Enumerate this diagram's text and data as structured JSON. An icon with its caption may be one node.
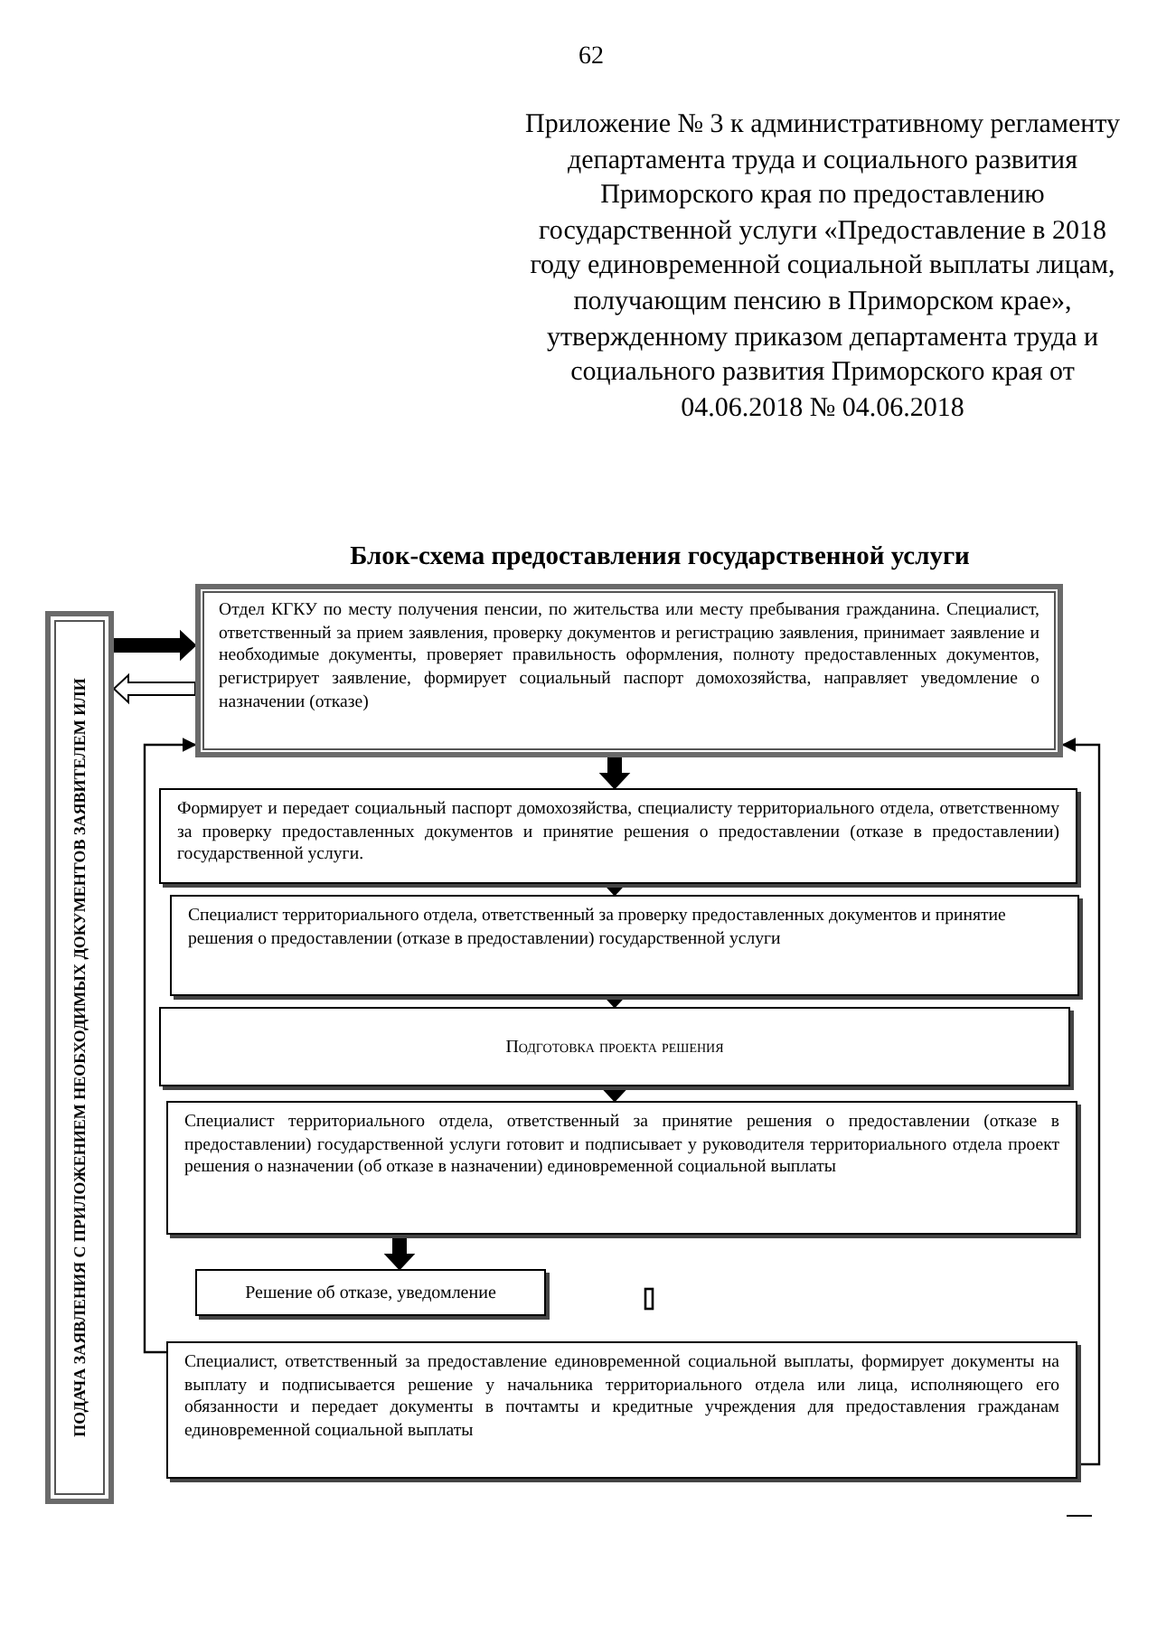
{
  "diagram": {
    "title": "Блок-схема предоставления государственной услуги",
    "nodes": [
      {
        "text": [
          "ПОДАЧА ЗАЯВЛЕНИЯ С ПРИЛОЖЕНИЕМ НЕОБХОДИМЫХ ДОКУМЕНТОВ ЗАЯВИТЕЛЕМ ИЛИ"
        ]
      },
      {
        "text": [
          "Отдел КГКУ по месту получения пенсии, по жительства или месту пребывания гражданина. Специалист, ответственный за прием заявления, проверку документов и регистрацию заявления, принимает заявление и необходимые документы, проверяет правильность оформления, полноту предоставленных документов, регистрирует заявление, формирует социальный паспорт домохозяйства, направляет уведомление о назначении (отказе)"
        ]
      },
      {
        "text": [
          "Формирует и передает социальный паспорт домохозяйства, специалисту территориального отдела, ответственному за проверку предоставленных документов и принятие решения о предоставлении (отказе в предоставлении) государственной услуги."
        ]
      },
      {
        "text": [
          "Специалист территориального отдела, ответственный за проверку предоставленных документов и принятие решения о предоставлении (отказе в предоставлении) государственной услуги"
        ]
      },
      {
        "text": [
          "Подготовка проекта решения"
        ]
      },
      {
        "text": [
          "Специалист территориального отдела, ответственный за принятие решения о предоставлении (отказе в предоставлении) государственной услуги готовит и подписывает у руководителя территориального отдела проект решения о назначении (об отказе в назначении) единовременной социальной выплаты"
        ]
      },
      {
        "text": [
          "Решение об отказе, уведомление"
        ]
      },
      {
        "text": [
          "Специалист, ответственный за предоставление единовременной социальной выплаты, формирует документы на выплату и подписывается решение у начальника территориального отдела или лица, исполняющего его обязанности и передает документы в почтамты и кредитные учреждения для предоставления гражданам единовременной социальной выплаты"
        ]
      }
    ],
    "edges": [
      {
        "from": 0,
        "to": 1,
        "arrow": "to",
        "style": "thick"
      },
      {
        "from": 1,
        "to": 0,
        "arrow": "to",
        "style": "thick",
        "color": "#ffffff"
      },
      {
        "from": 1,
        "to": 2,
        "arrow": "to",
        "style": "thick"
      },
      {
        "from": 2,
        "to": 3,
        "arrow": "to",
        "style": "thick"
      },
      {
        "from": 3,
        "to": 4,
        "arrow": "to",
        "style": "thick"
      },
      {
        "from": 4,
        "to": 5,
        "arrow": "to",
        "style": "thick"
      },
      {
        "from": 5,
        "to": 6,
        "arrow": "to",
        "style": "thick"
      },
      {
        "from": 7,
        "to": 1,
        "arrow": "to"
      },
      {
        "from": 7,
        "to": 1,
        "arrow": "to"
      }
    ],
    "labels": [
      "62",
      "Приложение № 3 к административному регламенту департамента труда и социального развития Приморского края по предоставлению государственной услуги «Предоставление в 2018 году единовременной социальной выплаты лицам, получающим пенсию в Приморском крае», утвержденному приказом департамента труда и социального развития Приморского края от 04.06.2018 № 04.06.2018"
    ]
  }
}
